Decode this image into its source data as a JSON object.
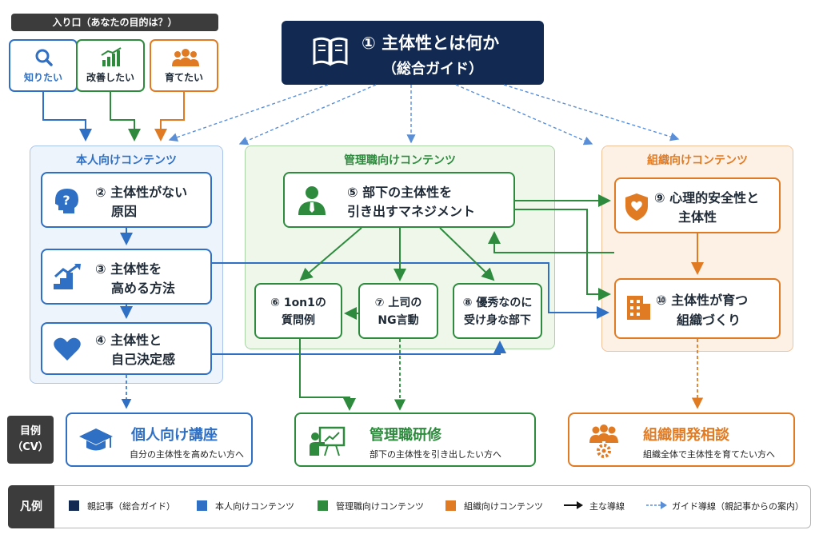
{
  "entry": {
    "header": "入り口（あなたの目的は？）",
    "items": [
      {
        "label": "知りたい",
        "icon": "search-icon",
        "color": "#2f6fc4"
      },
      {
        "label": "改善したい",
        "icon": "growth-chart-icon",
        "color": "#2e8b3e"
      },
      {
        "label": "育てたい",
        "icon": "team-icon",
        "color": "#e07b24"
      }
    ]
  },
  "main": {
    "num_title": "① 主体性とは何か",
    "subtitle": "（総合ガイド）",
    "icon": "book-icon"
  },
  "groups": {
    "personal": {
      "title": "本人向けコンテンツ",
      "color": "#2f6fc4",
      "nodes": [
        {
          "line1": "② 主体性がない",
          "line2": "原因",
          "icon": "head-question-icon"
        },
        {
          "line1": "③ 主体性を",
          "line2": "高める方法",
          "icon": "stairs-up-icon"
        },
        {
          "line1": "④ 主体性と",
          "line2": "自己決定感",
          "icon": "heart-icon"
        }
      ]
    },
    "manager": {
      "title": "管理職向けコンテンツ",
      "color": "#2e8b3e",
      "main_node": {
        "line1": "⑤ 部下の主体性を",
        "line2": "引き出すマネジメント",
        "icon": "manager-icon"
      },
      "nodes": [
        {
          "line1": "⑥ 1on1の",
          "line2": "質問例"
        },
        {
          "line1": "⑦ 上司の",
          "line2": "NG言動"
        },
        {
          "line1": "⑧ 優秀なのに",
          "line2": "受け身な部下"
        }
      ]
    },
    "org": {
      "title": "組織向けコンテンツ",
      "color": "#e07b24",
      "nodes": [
        {
          "line1": "⑨ 心理的安全性と",
          "line2": "主体性",
          "icon": "shield-icon"
        },
        {
          "line1": "⑩ 主体性が育つ",
          "line2": "組織づくり",
          "icon": "building-icon"
        }
      ]
    }
  },
  "cv": {
    "label_line1": "目例",
    "label_line2": "（CV）",
    "items": [
      {
        "title": "個人向け講座",
        "sub": "自分の主体性を高めたい方へ",
        "icon": "graduation-cap-icon"
      },
      {
        "title": "管理職研修",
        "sub": "部下の主体性を引き出したい方へ",
        "icon": "presentation-icon"
      },
      {
        "title": "組織開発相談",
        "sub": "組織全体で主体性を育てたい方へ",
        "icon": "team-gear-icon"
      }
    ]
  },
  "legend": {
    "label": "凡例",
    "items": [
      {
        "text": "親記事（総合ガイド）",
        "color": "#122a52"
      },
      {
        "text": "本人向けコンテンツ",
        "color": "#2f6fc4"
      },
      {
        "text": "管理職向けコンテンツ",
        "color": "#2e8b3e"
      },
      {
        "text": "組織向けコンテンツ",
        "color": "#e07b24"
      }
    ],
    "main_flow": "主な導線",
    "guide_flow": "ガイド導線（親記事からの案内）"
  }
}
